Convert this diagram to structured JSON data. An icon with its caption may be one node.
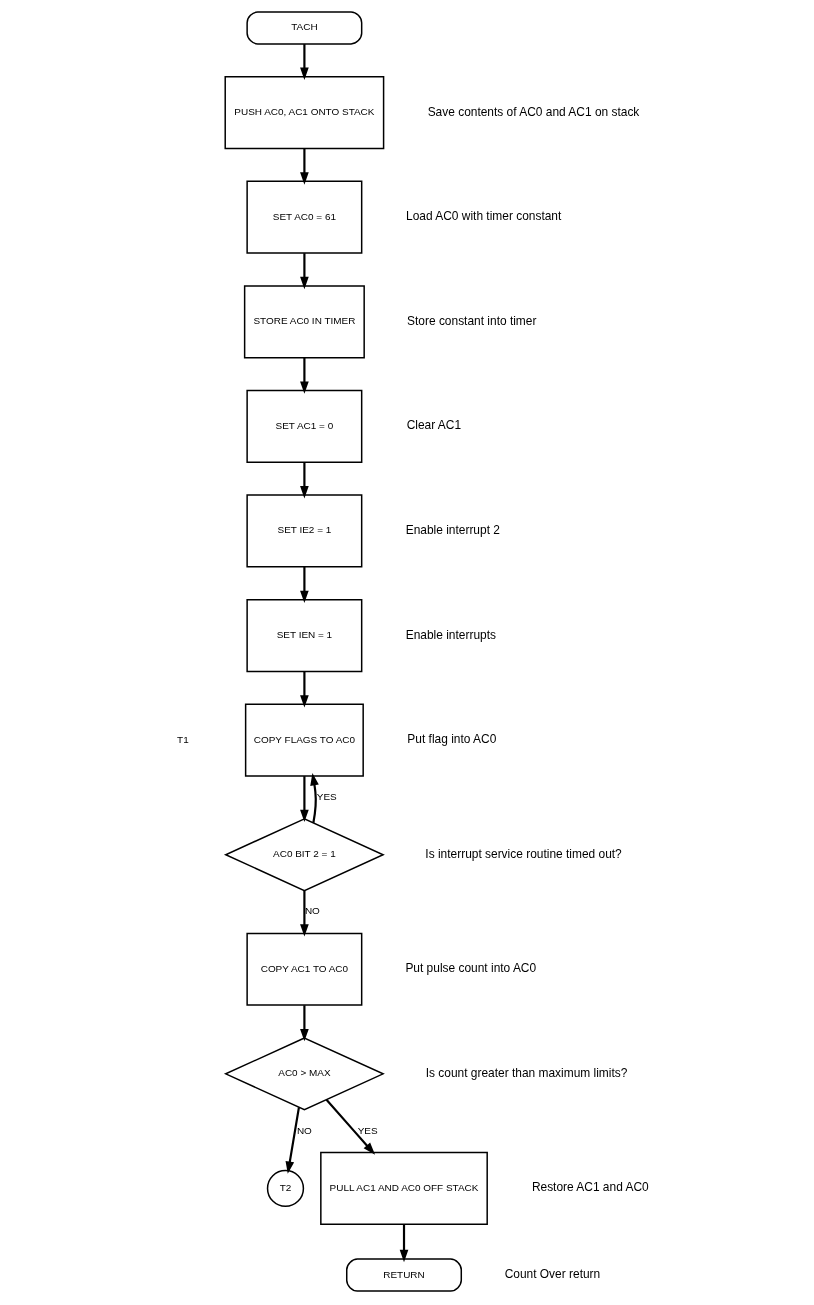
{
  "diagram": {
    "nodes": [
      {
        "text": [
          "TACH"
        ]
      },
      {
        "text": [
          "PUSH AC0, AC1 ONTO STACK"
        ],
        "beside": [
          "Save contents of AC0 and AC1 on stack"
        ]
      },
      {
        "text": [
          "SET AC0 = 61"
        ],
        "beside": [
          "Load AC0 with timer constant"
        ]
      },
      {
        "text": [
          "STORE AC0 IN TIMER"
        ],
        "beside": [
          "Store constant into timer"
        ]
      },
      {
        "text": [
          "SET AC1 = 0"
        ],
        "beside": [
          "Clear AC1"
        ]
      },
      {
        "text": [
          "SET IE2 = 1"
        ],
        "beside": [
          "Enable interrupt 2"
        ]
      },
      {
        "text": [
          "SET IEN = 1"
        ],
        "beside": [
          "Enable interrupts"
        ]
      },
      {
        "text": [
          "COPY FLAGS TO AC0"
        ],
        "beside": [
          "Put flag into AC0"
        ]
      },
      {
        "text": [
          "AC0 BIT 2 = 1"
        ],
        "beside": [
          "Is interrupt service routine timed out?"
        ]
      },
      {
        "text": [
          "COPY AC1 TO AC0"
        ],
        "beside": [
          "Put pulse count into AC0"
        ]
      },
      {
        "text": [
          "AC0 > MAX"
        ],
        "beside": [
          "Is count greater than maximum limits?"
        ]
      },
      {
        "text": [
          "T2"
        ]
      },
      {
        "text": [
          "PULL AC1 AND AC0 OFF STACK"
        ],
        "beside": [
          "Restore AC1 and AC0"
        ]
      },
      {
        "text": [
          "RETURN"
        ],
        "beside": [
          "Count Over return"
        ]
      }
    ],
    "edges": [
      {
        "from": 0,
        "to": 1,
        "arrow": "to"
      },
      {
        "from": 1,
        "to": 2,
        "arrow": "to"
      },
      {
        "from": 2,
        "to": 3,
        "arrow": "to"
      },
      {
        "from": 3,
        "to": 4,
        "arrow": "to"
      },
      {
        "from": 4,
        "to": 5,
        "arrow": "to"
      },
      {
        "from": 5,
        "to": 6,
        "arrow": "to"
      },
      {
        "from": 6,
        "to": 7,
        "arrow": "to"
      },
      {
        "from": 7,
        "to": 8,
        "arrow": "to"
      },
      {
        "from": 8,
        "to": 7,
        "arrow": "to",
        "label": "YES"
      },
      {
        "from": 8,
        "to": 9,
        "arrow": "to",
        "label": "NO"
      },
      {
        "from": 9,
        "to": 10,
        "arrow": "to"
      },
      {
        "from": 10,
        "to": 11,
        "arrow": "to",
        "label": "NO"
      },
      {
        "from": 10,
        "to": 12,
        "arrow": "to",
        "label": "YES"
      },
      {
        "from": 12,
        "to": 13,
        "arrow": "to"
      }
    ],
    "labels": [
      "T1"
    ]
  }
}
